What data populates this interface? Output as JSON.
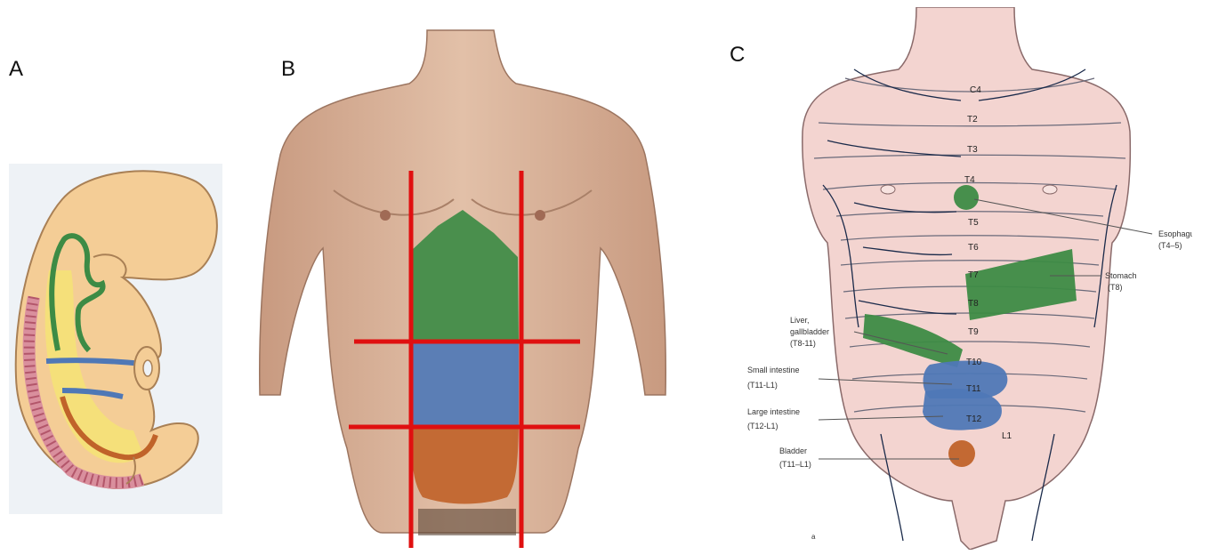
{
  "panels": {
    "a": {
      "label": "A"
    },
    "b": {
      "label": "B"
    },
    "c": {
      "label": "C"
    }
  },
  "colors": {
    "foregut": "#3d8b45",
    "midgut": "#4f78b6",
    "hindgut": "#c0632a",
    "grid_lines": "#e01010",
    "skin_c": "#f3d4d0",
    "nerve": "#1a2a4a"
  },
  "dermatomes": [
    "C4",
    "T2",
    "T3",
    "T4",
    "T5",
    "T6",
    "T7",
    "T8",
    "T9",
    "T10",
    "T11",
    "T12",
    "L1"
  ],
  "organs": {
    "esophagus": {
      "name": "Esophagus",
      "range": "(T4–5)"
    },
    "stomach": {
      "name": "Stomach",
      "range": "(T8)"
    },
    "liver": {
      "name_line1": "Liver,",
      "name_line2": "gallbladder",
      "range": "(T8-11)"
    },
    "small_intestine": {
      "name": "Small intestine",
      "range": "(T11-L1)"
    },
    "large_intestine": {
      "name": "Large intestine",
      "range": "(T12-L1)"
    },
    "bladder": {
      "name": "Bladder",
      "range": "(T11–L1)"
    }
  },
  "footnote": "a"
}
